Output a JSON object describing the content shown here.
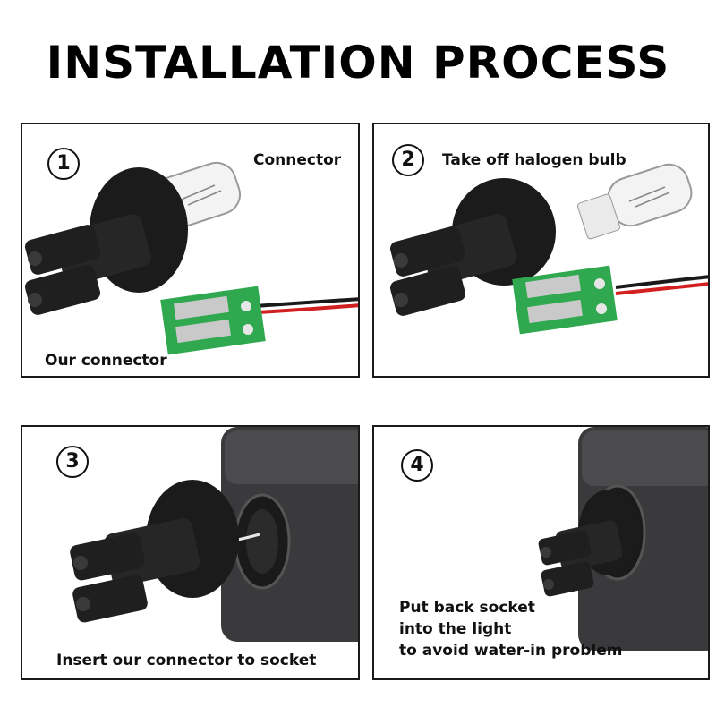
{
  "title": "INSTALLATION PROCESS",
  "steps": [
    {
      "number": "1",
      "captions": [
        "Connector",
        "Our connector"
      ]
    },
    {
      "number": "2",
      "captions": [
        "Take off  halogen bulb"
      ]
    },
    {
      "number": "3",
      "captions": [
        "Insert our connector to socket"
      ]
    },
    {
      "number": "4",
      "captions": [
        "Put back socket",
        "into the light",
        "to avoid water-in problem"
      ]
    }
  ],
  "colors": {
    "pcb": "#2fa84f",
    "wire_red": "#d21f1f",
    "socket": "#1b1b1b",
    "housing": "#3a3a3c"
  }
}
